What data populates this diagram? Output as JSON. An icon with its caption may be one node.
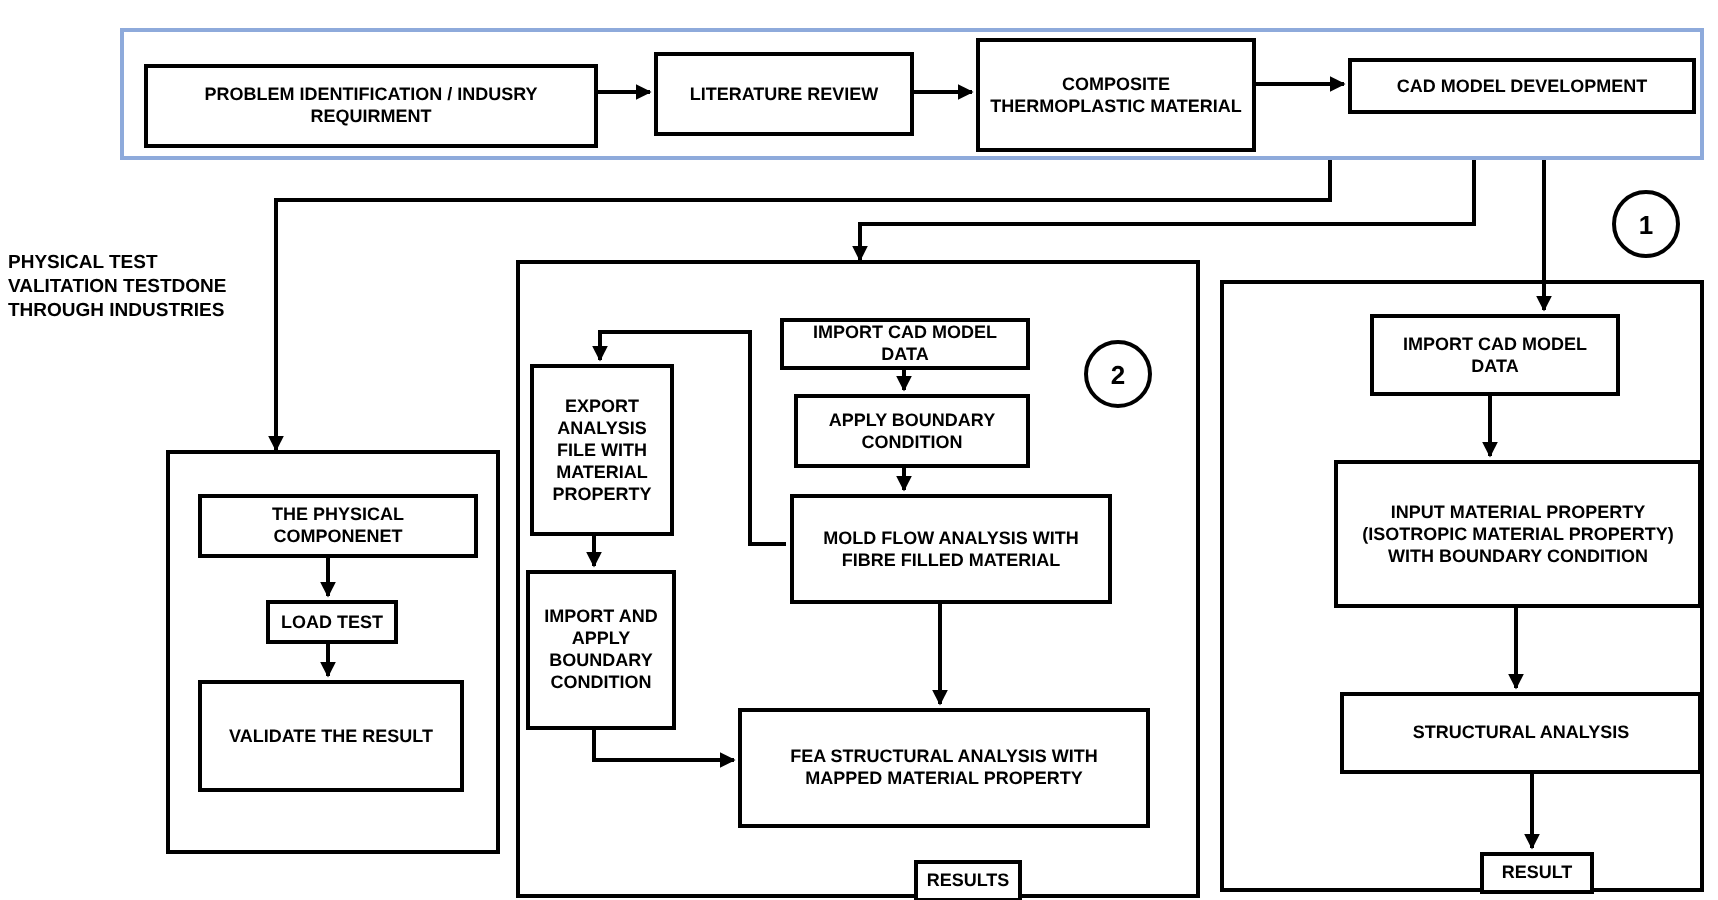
{
  "diagram": {
    "nodes": [
      {
        "text": [],
        "shape": "box"
      },
      {
        "text": [
          "PROBLEM IDENTIFICATION / INDUSRY REQUIRMENT"
        ],
        "in": 0
      },
      {
        "text": [
          "LITERATURE REVIEW"
        ],
        "in": 0
      },
      {
        "text": [
          "COMPOSITE THERMOPLASTIC MATERIAL"
        ],
        "in": 0
      },
      {
        "text": [
          "CAD MODEL DEVELOPMENT"
        ],
        "in": 0
      },
      {
        "text": [],
        "shape": "box"
      },
      {
        "text": [
          "THE PHYSICAL COMPONENET"
        ],
        "in": 5
      },
      {
        "text": [
          "LOAD TEST"
        ],
        "in": 5
      },
      {
        "text": [
          "VALIDATE THE RESULT"
        ],
        "in": 5
      },
      {
        "text": [],
        "shape": "box"
      },
      {
        "text": [
          "EXPORT ANALYSIS FILE WITH MATERIAL PROPERTY"
        ],
        "in": 9
      },
      {
        "text": [
          "IMPORT CAD MODEL DATA"
        ],
        "in": 9
      },
      {
        "text": [
          "APPLY BOUNDARY CONDITION"
        ],
        "in": 9
      },
      {
        "text": [
          "MOLD FLOW ANALYSIS WITH FIBRE FILLED MATERIAL"
        ],
        "in": 9
      },
      {
        "text": [
          "IMPORT AND APPLY BOUNDARY CONDITION"
        ],
        "in": 9
      },
      {
        "text": [
          "FEA STRUCTURAL ANALYSIS WITH MAPPED MATERIAL PROPERTY"
        ],
        "in": 9
      },
      {
        "text": [
          "RESULTS"
        ],
        "in": 9
      },
      {
        "text": [
          "2"
        ],
        "in": 9
      },
      {
        "text": [
          "1"
        ]
      },
      {
        "text": [],
        "shape": "box"
      },
      {
        "text": [
          "IMPORT CAD MODEL DATA"
        ],
        "in": 19
      },
      {
        "text": [
          "INPUT MATERIAL PROPERTY (ISOTROPIC MATERIAL PROPERTY) WITH BOUNDARY CONDITION"
        ],
        "in": 19
      },
      {
        "text": [
          "STRUCTURAL ANALYSIS"
        ],
        "in": 19
      },
      {
        "text": [
          "RESULT"
        ],
        "in": 19
      }
    ],
    "edges": [
      {
        "from": 1,
        "to": 2,
        "arrow": "to"
      },
      {
        "from": 2,
        "to": 3,
        "arrow": "to"
      },
      {
        "from": 3,
        "to": 4,
        "arrow": "to"
      },
      {
        "from": 0,
        "to": 5,
        "arrow": "to"
      },
      {
        "from": 0,
        "to": 9,
        "arrow": "to"
      },
      {
        "from": 0,
        "to": 20,
        "arrow": "to"
      },
      {
        "from": 6,
        "to": 7,
        "arrow": "to"
      },
      {
        "from": 7,
        "to": 8,
        "arrow": "to"
      },
      {
        "from": 11,
        "to": 12,
        "arrow": "to"
      },
      {
        "from": 12,
        "to": 13,
        "arrow": "to"
      },
      {
        "from": 13,
        "to": 15,
        "arrow": "to"
      },
      {
        "from": 13,
        "to": 10,
        "arrow": "to"
      },
      {
        "from": 10,
        "to": 14,
        "arrow": "to"
      },
      {
        "from": 14,
        "to": 15,
        "arrow": "to"
      },
      {
        "from": 20,
        "to": 21,
        "arrow": "to"
      },
      {
        "from": 21,
        "to": 22,
        "arrow": "to"
      },
      {
        "from": 22,
        "to": 23,
        "arrow": "to"
      }
    ],
    "labels": [
      "PHYSICAL TEST VALITATION TESTDONE THROUGH INDUSTRIES"
    ]
  }
}
